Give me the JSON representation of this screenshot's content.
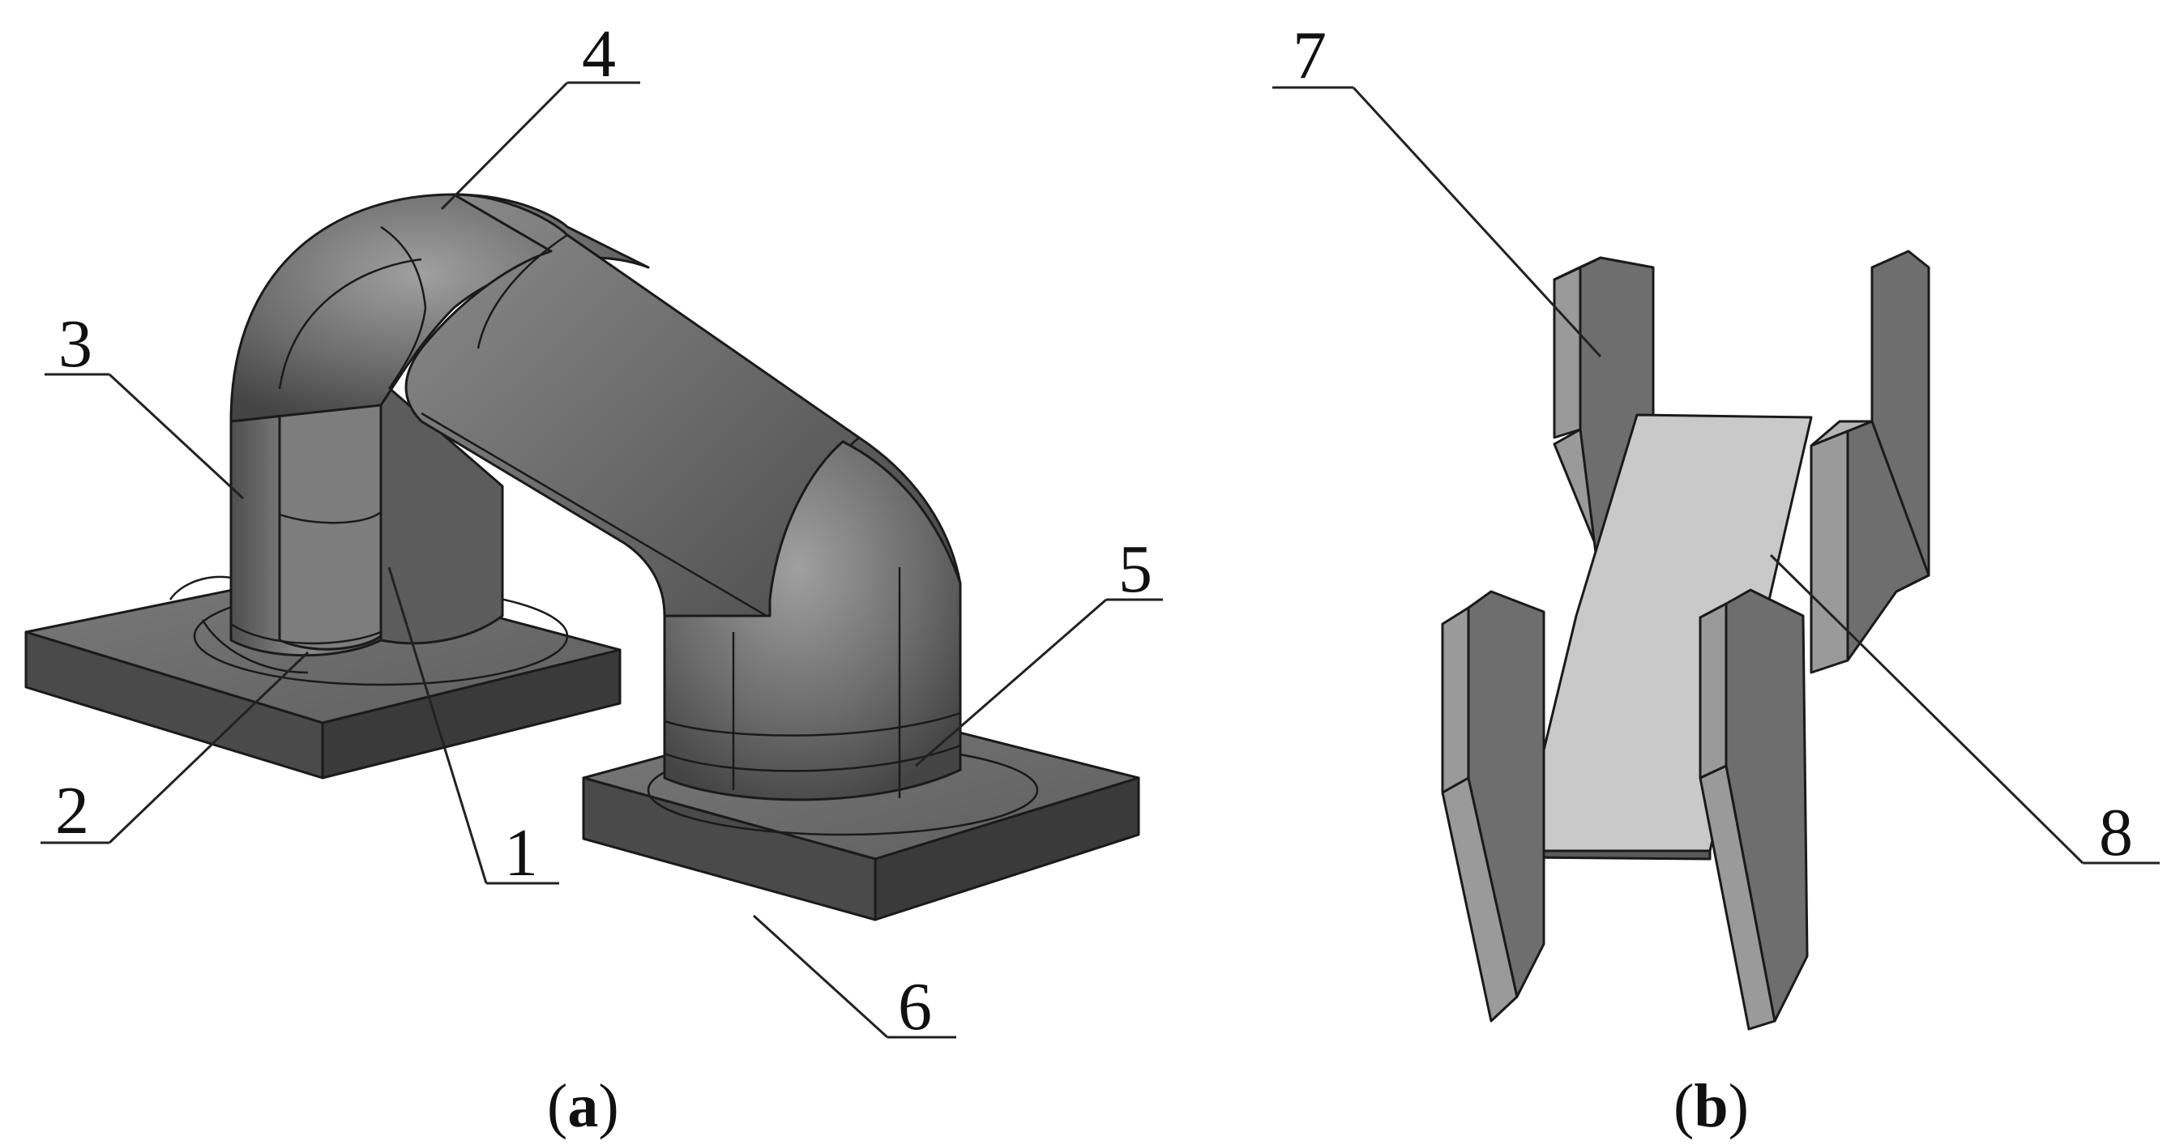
{
  "panels": [
    {
      "id": "a",
      "caption_open": "(",
      "caption_letter": "a",
      "caption_close": ")"
    },
    {
      "id": "b",
      "caption_open": "(",
      "caption_letter": "b",
      "caption_close": ")"
    }
  ],
  "callouts": {
    "c1": "1",
    "c2": "2",
    "c3": "3",
    "c4": "4",
    "c5": "5",
    "c6": "6",
    "c7": "7",
    "c8": "8"
  },
  "colors": {
    "dark_solid": "#5a5a5a",
    "dark_solid_light": "#808080",
    "dark_solid_shadow": "#3c3c3c",
    "plate_face": "#c9c9c9",
    "fin_face": "#6e6e6e",
    "fin_edge": "#9a9a9a"
  }
}
